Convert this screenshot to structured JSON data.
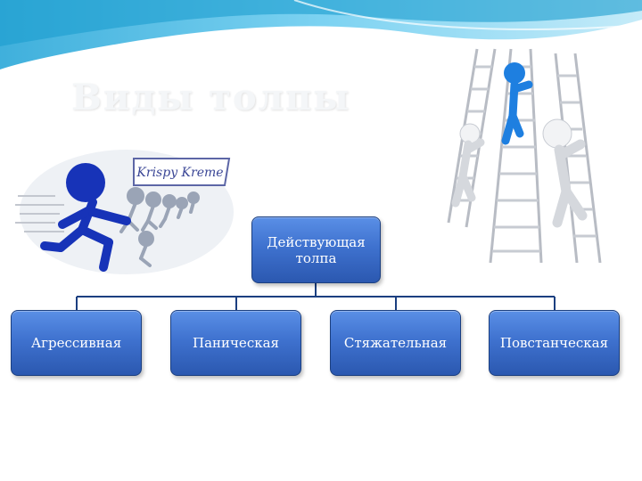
{
  "slide": {
    "title": "Виды толпы"
  },
  "art": {
    "runner_sign_text": "Krispy Kreme"
  },
  "diagram": {
    "root": "Действующая толпа",
    "children": [
      "Агрессивная",
      "Паническая",
      "Стяжательная",
      "Повстанческая"
    ]
  },
  "colors": {
    "node_fill": "#3f72cf",
    "node_border": "#1b3f80",
    "banner": "#3bb4e0",
    "connector": "#1b3f80"
  }
}
